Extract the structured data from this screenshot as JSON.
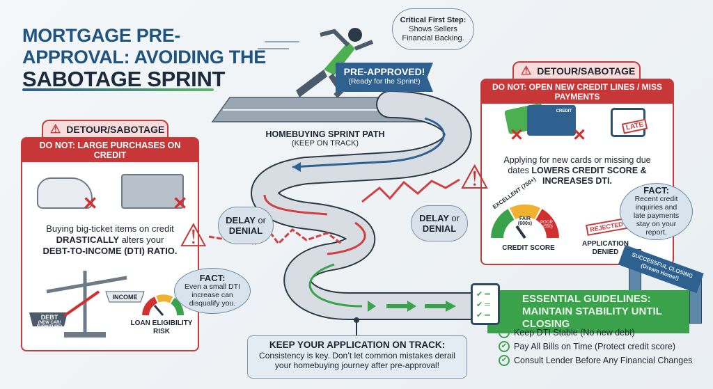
{
  "title": {
    "line1": "MORTGAGE PRE-",
    "line2": "APPROVAL: AVOIDING THE",
    "line3": "SABOTAGE SPRINT"
  },
  "runner": {
    "flag_title": "PRE-APPROVED!",
    "flag_sub": "(Ready for the Sprint!)",
    "thought_title": "Critical First Step:",
    "thought_line1": "Shows Sellers",
    "thought_line2": "Financial Backing."
  },
  "track": {
    "label": "HOMEBUYING SPRINT PATH",
    "sub": "(KEEP ON TRACK)"
  },
  "left_panel": {
    "tab": "DETOUR/SABOTAGE",
    "header": "DO NOT: LARGE PURCHASES ON CREDIT",
    "text_line1": "Buying big-ticket items on credit",
    "text_bold1": "DRASTICALLY",
    "text_line2": " alters your",
    "text_bold2": "DEBT-TO-INCOME (DTI) RATIO.",
    "scale_debt": "DEBT",
    "scale_debt_sub": "(NEW CAR/ FURNITURE)",
    "scale_income": "INCOME",
    "gauge_label": "LOAN ELIGIBILITY RISK"
  },
  "left_fact": {
    "title": "FACT:",
    "text": "Even a small DTI increase can disqualify you."
  },
  "delay1": {
    "bold": "DELAY",
    "or": "or",
    "bold2": "DENIAL"
  },
  "delay2": {
    "bold": "DELAY",
    "or": "or",
    "bold2": "DENIAL"
  },
  "right_panel": {
    "tab": "DETOUR/SABOTAGE",
    "header": "DO NOT: OPEN NEW CREDIT LINES / MISS PAYMENTS",
    "card_label": "CREDIT",
    "late_stamp": "LATE",
    "text_line1": "Applying for new cards or missing due",
    "text_line2": "dates ",
    "text_bold": "LOWERS CREDIT SCORE &",
    "text_bold2": "INCREASES DTI.",
    "gauge_excellent": "EXCELLENT (750+)",
    "gauge_fair": "FAIR (600s)",
    "gauge_poor": "POOR (<550)",
    "credit_score": "CREDIT SCORE",
    "rejected": "REJECTED",
    "denied": "APPLICATION DENIED"
  },
  "right_fact": {
    "title": "FACT:",
    "text": "Recent credit inquiries and late payments stay on your report."
  },
  "closing_arch": {
    "line1": "SUCCESSFUL CLOSING",
    "line2": "(Dream Home!)"
  },
  "guidelines": {
    "line1": "ESSENTIAL GUIDELINES:",
    "line2": "MAINTAIN STABILITY UNTIL CLOSING",
    "items": [
      "Keep DTI Stable (No new debt)",
      "Pay All Bills on Time (Protect credit score)",
      "Consult Lender Before Any Financial Changes"
    ]
  },
  "bottom": {
    "title": "KEEP YOUR APPLICATION ON TRACK:",
    "text": "Consistency is key. Don’t let common mistakes derail your homebuying journey after pre-approval!"
  },
  "colors": {
    "red": "#c83737",
    "green": "#3aa24a",
    "navy": "#1f5480"
  }
}
